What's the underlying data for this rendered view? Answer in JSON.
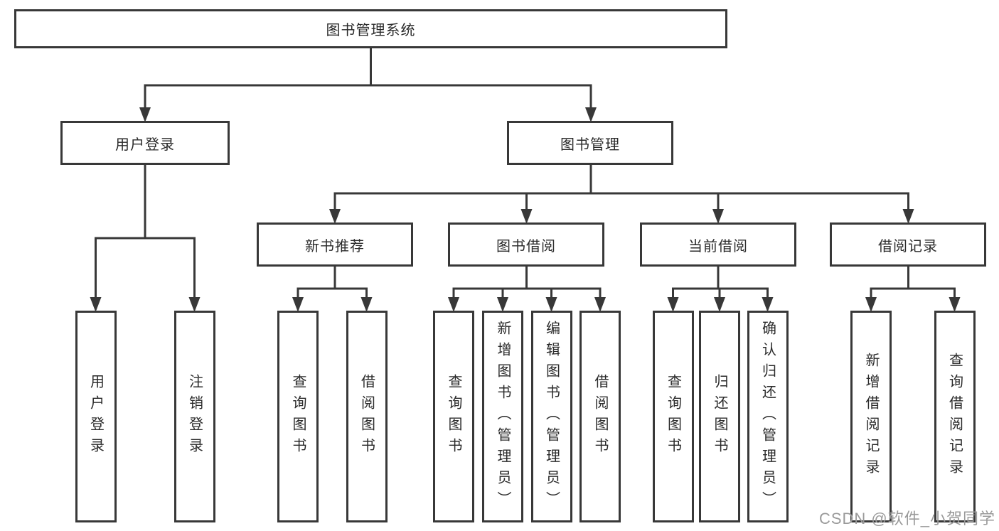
{
  "nodes": {
    "root": {
      "label": "图书管理系统"
    },
    "level2": [
      {
        "label": "用户登录"
      },
      {
        "label": "图书管理"
      }
    ],
    "level3": [
      {
        "label": "新书推荐"
      },
      {
        "label": "图书借阅"
      },
      {
        "label": "当前借阅"
      },
      {
        "label": "借阅记录"
      }
    ],
    "leaves": [
      {
        "label": "用户登录"
      },
      {
        "label": "注销登录"
      },
      {
        "label": "查询图书"
      },
      {
        "label": "借阅图书"
      },
      {
        "label": "查询图书"
      },
      {
        "label": "新增图书（管理员）"
      },
      {
        "label": "编辑图书（管理员）"
      },
      {
        "label": "借阅图书"
      },
      {
        "label": "查询图书"
      },
      {
        "label": "归还图书"
      },
      {
        "label": "确认归还（管理员）"
      },
      {
        "label": "新增借阅记录"
      },
      {
        "label": "查询借阅记录"
      }
    ]
  },
  "watermark": {
    "text": "CSDN @软件_小贺同学"
  },
  "colors": {
    "line": "#383838",
    "box_border": "#383838",
    "box_background": "#ffffff",
    "text": "#2a2a2a",
    "watermark": "#9a9a9a"
  }
}
